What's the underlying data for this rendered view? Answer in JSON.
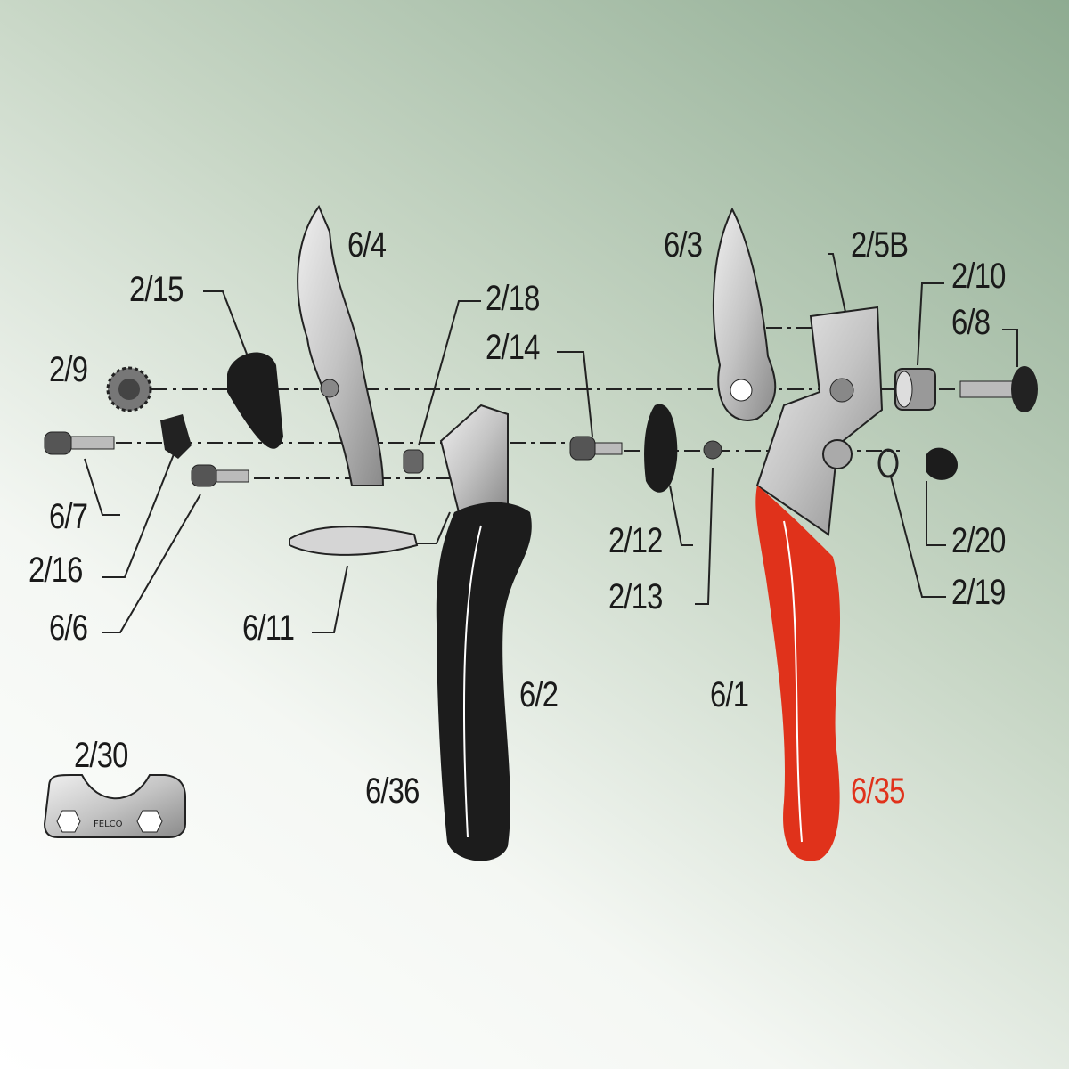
{
  "title": "Exploded parts diagram of pruning shears",
  "colors": {
    "red_handle": "#e0321b",
    "black_handle": "#1c1c1c",
    "metal": "#c8c8c8",
    "highlight_label": "#e0321b"
  },
  "parts": {
    "p6_4": "6/4",
    "p2_15": "2/15",
    "p2_18": "2/18",
    "p2_14": "2/14",
    "p2_9": "2/9",
    "p6_7": "6/7",
    "p2_16": "2/16",
    "p6_6": "6/6",
    "p6_11": "6/11",
    "p6_3": "6/3",
    "p2_5B": "2/5B",
    "p2_10": "2/10",
    "p6_8": "6/8",
    "p2_12": "2/12",
    "p2_13": "2/13",
    "p2_20": "2/20",
    "p2_19": "2/19",
    "p6_2": "6/2",
    "p6_1": "6/1",
    "p6_36": "6/36",
    "p6_35": "6/35",
    "p2_30": "2/30"
  },
  "wrench_logo": "FELCO"
}
